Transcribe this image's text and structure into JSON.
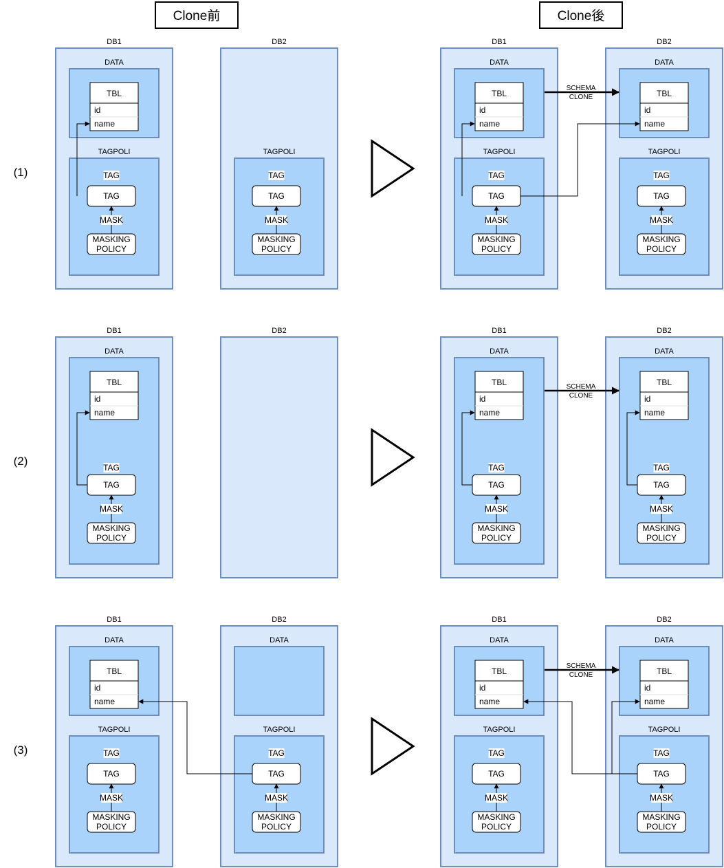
{
  "headers": {
    "before": "Clone前",
    "after": "Clone後"
  },
  "rows": [
    {
      "label": "(1)",
      "variant": 1
    },
    {
      "label": "(2)",
      "variant": 2
    },
    {
      "label": "(3)",
      "variant": 3
    }
  ],
  "labels": {
    "db1": "DB1",
    "db2": "DB2",
    "data_schema": "DATA",
    "tagpoli_schema": "TAGPOLI",
    "table": "TBL",
    "col_id": "id",
    "col_name": "name",
    "tag_caption": "TAG",
    "tag_box": "TAG",
    "mask_caption": "MASK",
    "masking_line1": "MASKING",
    "masking_line2": "POLICY",
    "schema_clone_line1": "SCHEMA",
    "schema_clone_line2": "CLONE"
  },
  "colors": {
    "db_fill": "#dae8fc",
    "schema_fill": "#a9d3fb",
    "border": "#6c8ebf",
    "line": "#000000"
  }
}
